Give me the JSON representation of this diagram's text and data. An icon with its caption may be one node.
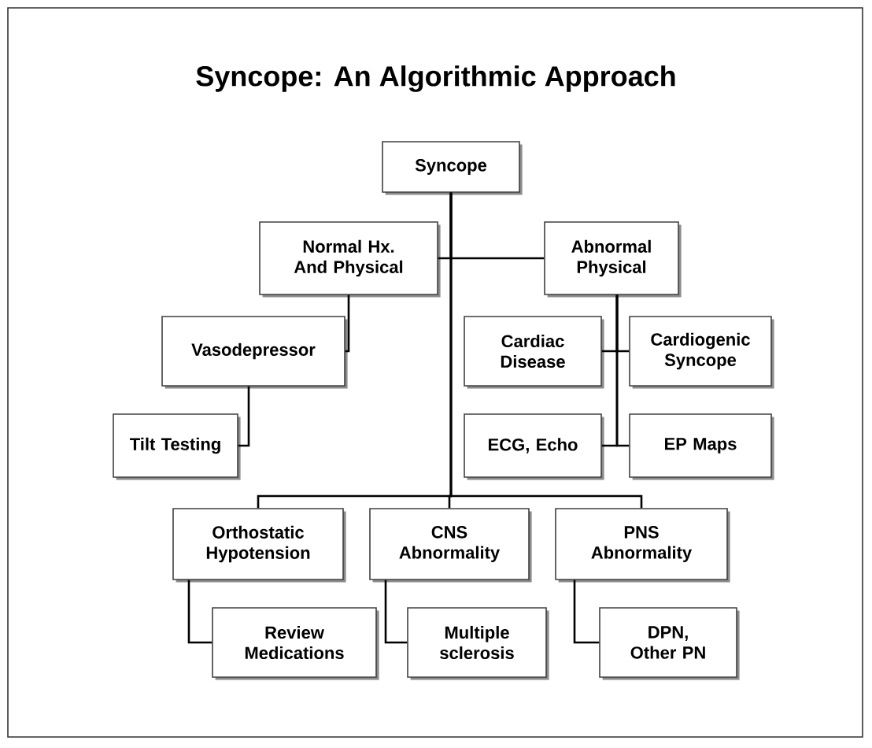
{
  "diagram": {
    "title": "Syncope: An Algorithmic Approach",
    "nodes": [
      {
        "text": [
          "Syncope"
        ]
      },
      {
        "text": [
          "Normal Hx. And Physical"
        ]
      },
      {
        "text": [
          "Abnormal Physical"
        ]
      },
      {
        "text": [
          "Vasodepressor"
        ]
      },
      {
        "text": [
          "Tilt Testing"
        ]
      },
      {
        "text": [
          "Cardiac Disease"
        ]
      },
      {
        "text": [
          "Cardiogenic Syncope"
        ]
      },
      {
        "text": [
          "ECG, Echo"
        ]
      },
      {
        "text": [
          "EP Maps"
        ]
      },
      {
        "text": [
          "Orthostatic Hypotension"
        ]
      },
      {
        "text": [
          "CNS Abnormality"
        ]
      },
      {
        "text": [
          "PNS Abnormality"
        ]
      },
      {
        "text": [
          "Review Medications"
        ]
      },
      {
        "text": [
          "Multiple sclerosis"
        ]
      },
      {
        "text": [
          "DPN, Other PN"
        ]
      }
    ],
    "edges": [
      {
        "from": 0,
        "to": 1,
        "arrow": "none"
      },
      {
        "from": 0,
        "to": 2,
        "arrow": "none"
      },
      {
        "from": 1,
        "to": 3,
        "arrow": "none"
      },
      {
        "from": 3,
        "to": 4,
        "arrow": "none"
      },
      {
        "from": 2,
        "to": 5,
        "arrow": "none"
      },
      {
        "from": 2,
        "to": 6,
        "arrow": "none"
      },
      {
        "from": 2,
        "to": 7,
        "arrow": "none"
      },
      {
        "from": 2,
        "to": 8,
        "arrow": "none"
      },
      {
        "from": 0,
        "to": 9,
        "arrow": "none"
      },
      {
        "from": 0,
        "to": 10,
        "arrow": "none"
      },
      {
        "from": 0,
        "to": 11,
        "arrow": "none"
      },
      {
        "from": 9,
        "to": 12,
        "arrow": "none"
      },
      {
        "from": 10,
        "to": 13,
        "arrow": "none"
      },
      {
        "from": 11,
        "to": 14,
        "arrow": "none"
      }
    ]
  }
}
